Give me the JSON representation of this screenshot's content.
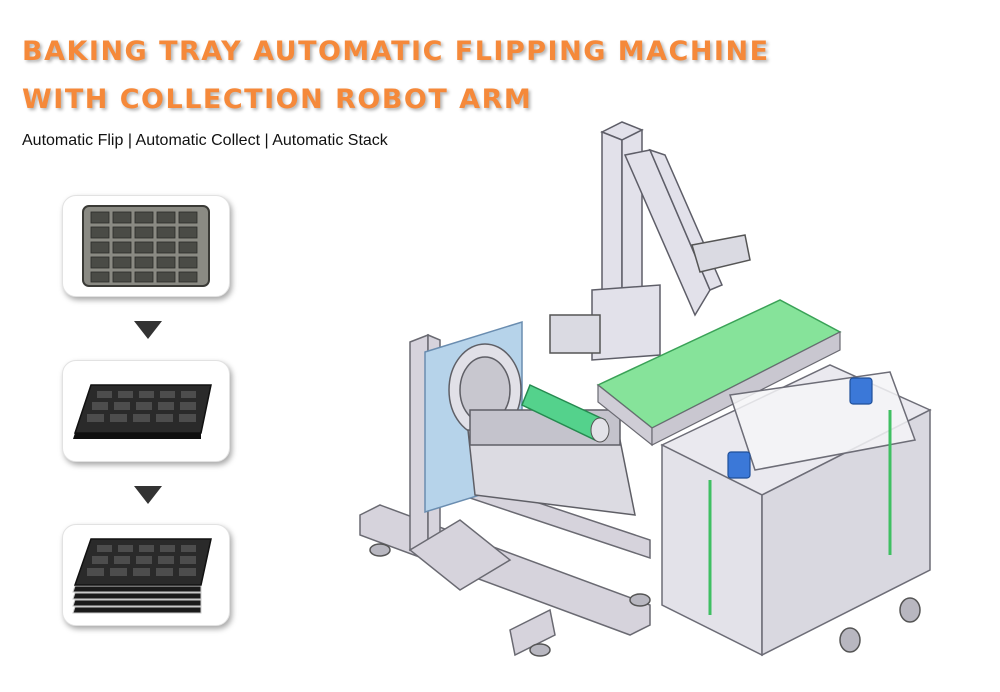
{
  "header": {
    "title_line1": "BAKING TRAY AUTOMATIC FLIPPING MACHINE",
    "title_line2": "WITH COLLECTION ROBOT ARM",
    "subtitle": "Automatic Flip | Automatic Collect | Automatic Stack"
  },
  "colors": {
    "title": "#f5893a",
    "conveyor_belt": "#86e39a",
    "gear_motor": "#3b78d8",
    "frame": "#d4d2dc",
    "tray": "#1c1c1c"
  },
  "steps": [
    {
      "icon": "tray-upright-icon"
    },
    {
      "icon": "tray-flipped-icon"
    },
    {
      "icon": "tray-stack-icon"
    }
  ]
}
